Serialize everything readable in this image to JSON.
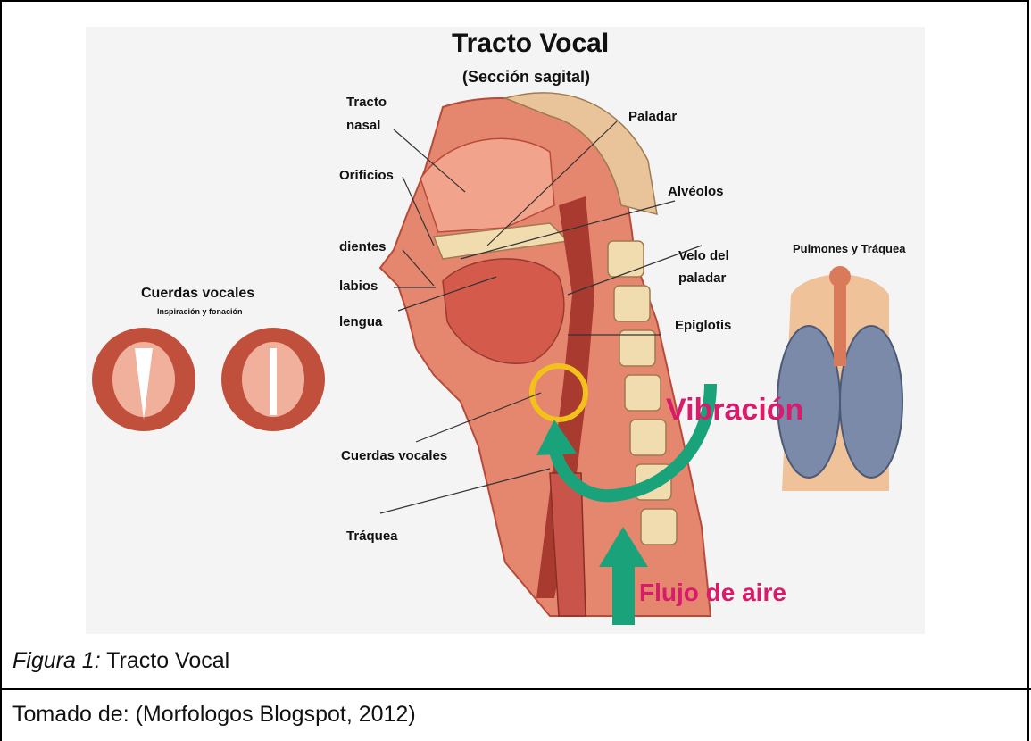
{
  "figure": {
    "title": "Tracto Vocal",
    "subtitle": "(Sección sagital)",
    "labels": {
      "tracto_nasal_1": "Tracto",
      "tracto_nasal_2": "nasal",
      "orificios": "Orificios",
      "dientes": "dientes",
      "labios": "labios",
      "lengua": "lengua",
      "cuerdas_vocales": "Cuerdas vocales",
      "traquea": "Tráquea",
      "paladar": "Paladar",
      "alveolos": "Alvéolos",
      "velo_1": "Velo del",
      "velo_2": "paladar",
      "epiglotis": "Epiglotis",
      "vibracion": "Vibración",
      "flujo": "Flujo de aire"
    },
    "inset_left": {
      "title": "Cuerdas vocales",
      "subtitle": "Inspiración y fonación"
    },
    "inset_right": {
      "title": "Pulmones y Tráquea"
    },
    "colors": {
      "tissue": "#d9695a",
      "tissue_light": "#f0a08a",
      "bone": "#f1dcb0",
      "arrow_green": "#1aa37a",
      "accent_pink": "#d81b6a",
      "ring_yellow": "#f2c21a"
    }
  },
  "caption": {
    "figure_prefix": "Figura 1:",
    "figure_title": "Tracto Vocal",
    "source": "Tomado de: (Morfologos Blogspot, 2012)"
  }
}
